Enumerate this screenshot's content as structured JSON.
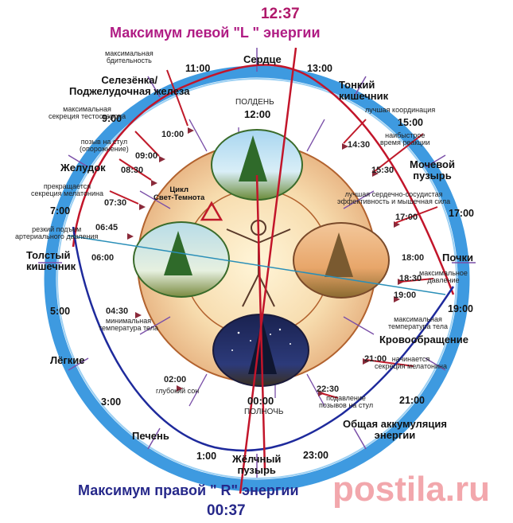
{
  "header": {
    "top_time": "12:37",
    "top_title": "Максимум левой \"L \" энергии",
    "bottom_title": "Максимум правой \" R\" энергии",
    "bottom_time": "00:37"
  },
  "center_label": "Цикл\nСвет-Темнота",
  "noon_label": "ПОЛДЕНЬ",
  "noon_time": "12:00",
  "midnight_time": "00:00",
  "midnight_label": "ПОЛНОЧЬ",
  "organs": {
    "heart": "Сердце",
    "small_intestine": "Тонкий\nкишечник",
    "bladder": "Мочевой\nпузырь",
    "kidneys": "Почки",
    "circulation": "Кровообращение",
    "energy": "Общая аккумуляция\nэнергии",
    "gallbladder": "Жёлчный\nпузырь",
    "liver": "Печень",
    "lungs": "Лёгкие",
    "colon": "Толстый\nкишечник",
    "stomach": "Желудок",
    "spleen": "Селезёнка/\nПоджелудочная железа"
  },
  "hours": {
    "h11": "11:00",
    "h13": "13:00",
    "h15": "15:00",
    "h17": "17:00",
    "h19": "19:00",
    "h21": "21:00",
    "h23": "23:00",
    "h1": "1:00",
    "h3": "3:00",
    "h5": "5:00",
    "h7": "7:00",
    "h9": "9:00"
  },
  "inner_times": {
    "t1000": "10:00",
    "t0900": "09:00",
    "t0830": "08:30",
    "t0730": "07:30",
    "t0645": "06:45",
    "t0600": "06:00",
    "t0430": "04:30",
    "t0200": "02:00",
    "t1430": "14:30",
    "t1530": "15:30",
    "t1700": "17:00",
    "t1800": "18:00",
    "t1830": "18:30",
    "t1900": "19:00",
    "t2100": "21:00",
    "t2230": "22:30"
  },
  "notes": {
    "alert": "максимальная\nбдительность",
    "testosterone": "максимальная\nсекреция тестостерона",
    "bowel": "позыв на стул\n(опорожнение)",
    "melatonin_stop": "прекращается\nсекреция мелатонина",
    "bp_rise": "резкий подъем\nартериального давления",
    "min_temp": "минимальная\nтемпература тела",
    "deep_sleep": "глубокий сон",
    "coordination": "лучшая координация",
    "reaction": "наибыстрое\nвремя реакции",
    "cardio": "лучшая сердечно-сосудистая\nэффективность и мышечная сила",
    "max_bp": "максимальное\nдавление",
    "max_temp": "максимальная\nтемпература тела",
    "melatonin_start": "начинается\nсекреция мелатонина",
    "bowel_suppress": "подавление\nпозывов на стул"
  },
  "watermark": "postila.ru",
  "colors": {
    "ring_outer": "#3e9ae0",
    "ring_inner": "#ffffff",
    "spoke": "#7a4fa8",
    "red_curve": "#c2152a",
    "blue_curve": "#1e2a9c",
    "header_top": "#b01c84",
    "header_bottom": "#26288a",
    "top_time": "#b0186a"
  }
}
